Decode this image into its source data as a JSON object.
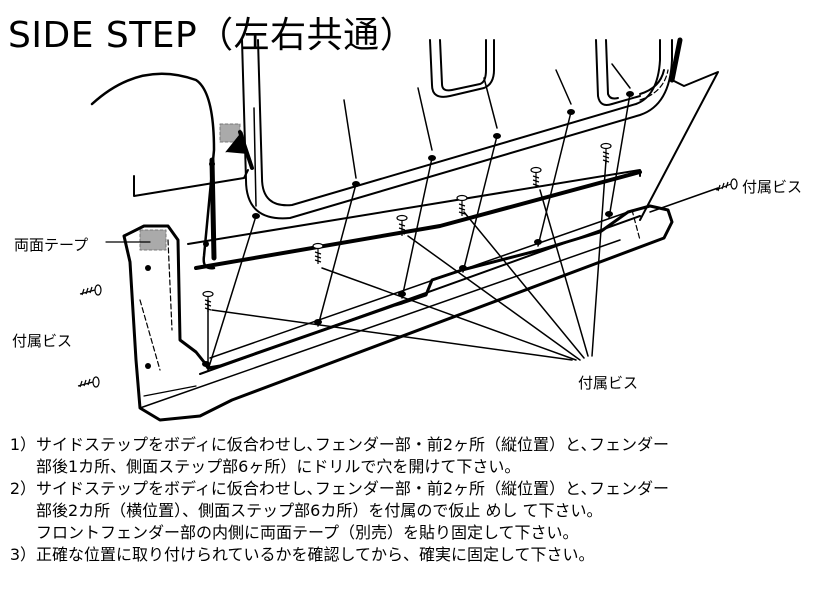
{
  "title": "SIDE STEP（左右共通）",
  "labels": {
    "tape": "両面テープ",
    "screw_right": "付属ビス",
    "screw_left": "付属ビス",
    "screw_bottom": "付属ビス"
  },
  "steps": [
    {
      "num": "1）",
      "lines": [
        "サイドステップをボディに仮合わせし､フェンダー部・前2ヶ所（縦位置）と､フェンダー",
        "部後1カ所、側面ステップ部6ヶ所）にドリルで穴を開けて下さい。"
      ]
    },
    {
      "num": "2）",
      "lines": [
        "サイドステップをボディに仮合わせし､フェンダー部・前2ヶ所（縦位置）と､フェンダー",
        "部後2カ所（横位置）、側面ステップ部6カ所）を付属ので仮止 めし て下さい。",
        "フロントフェンダー部の内側に両面テープ（別売）を貼り固定して下さい。"
      ]
    },
    {
      "num": "3）",
      "lines": [
        "正確な位置に取り付けられているかを確認してから、確実に固定して下さい。"
      ]
    }
  ]
}
